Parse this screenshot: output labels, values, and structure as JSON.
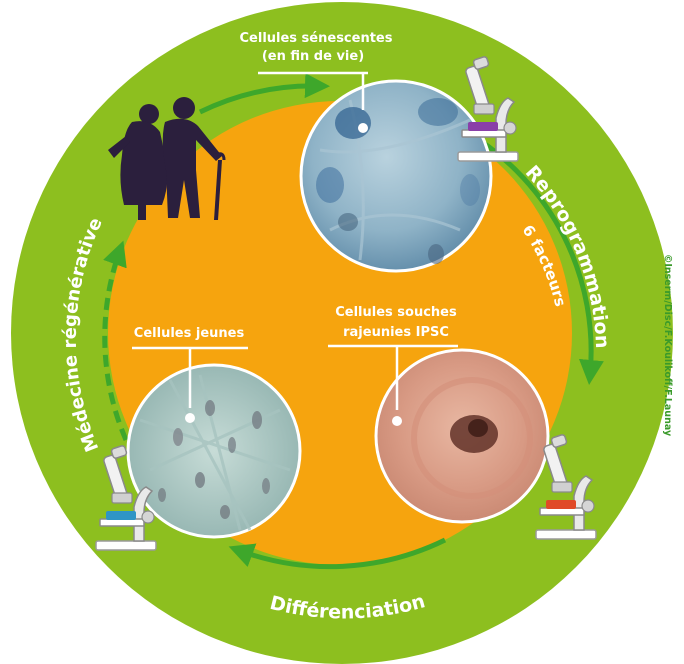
{
  "labels": {
    "senescent_line1": "Cellules sénescentes",
    "senescent_line2": "(en fin de vie)",
    "ipsc_line1": "Cellules souches",
    "ipsc_line2": "rajeunies IPSC",
    "young": "Cellules jeunes"
  },
  "arc_labels": {
    "reprogrammation": "Reprogrammation",
    "facteurs": "6 facteurs",
    "differenciation": "Différenciation",
    "medecine": "Médecine régénérative"
  },
  "credit": "©Inserm/Disc/F.Koulikoff/F.Launay",
  "colors": {
    "outer_ring": "#8dbf1f",
    "inner_disc": "#f6a40e",
    "arrow": "#3ea72b",
    "text": "#ffffff",
    "silhouette": "#2b1f3d"
  },
  "icons": {
    "elderly": "elderly-couple-icon",
    "microscope": "microscope-icon"
  }
}
